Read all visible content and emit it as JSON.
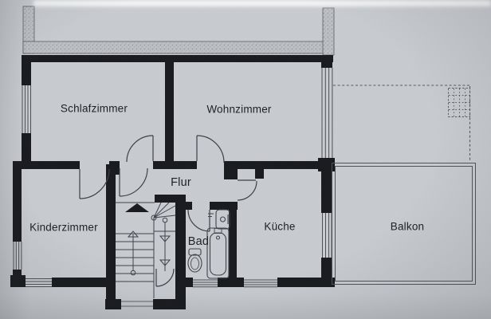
{
  "floorplan": {
    "room_labels": {
      "schlafzimmer": "Schlafzimmer",
      "wohnzimmer": "Wohnzimmer",
      "flur": "Flur",
      "kinderzimmer": "Kinderzimmer",
      "bad": "Bad",
      "kueche": "Küche",
      "balkon": "Balkon"
    },
    "symbols": [
      "staircase-icon",
      "stair-direction-arrow-icon",
      "north-triangle-icon",
      "bathtub-icon",
      "toilet-icon",
      "washbasin-icon",
      "door-swing-icon",
      "window-icon",
      "balcony-railing-icon",
      "roof-overhang-dashed-icon"
    ],
    "colors": {
      "paper": "#c8cbd0",
      "wall": "#17181c",
      "thin_line": "#3e4147",
      "hatch_fill": "#bcbfc4",
      "text": "#1f2125"
    }
  }
}
